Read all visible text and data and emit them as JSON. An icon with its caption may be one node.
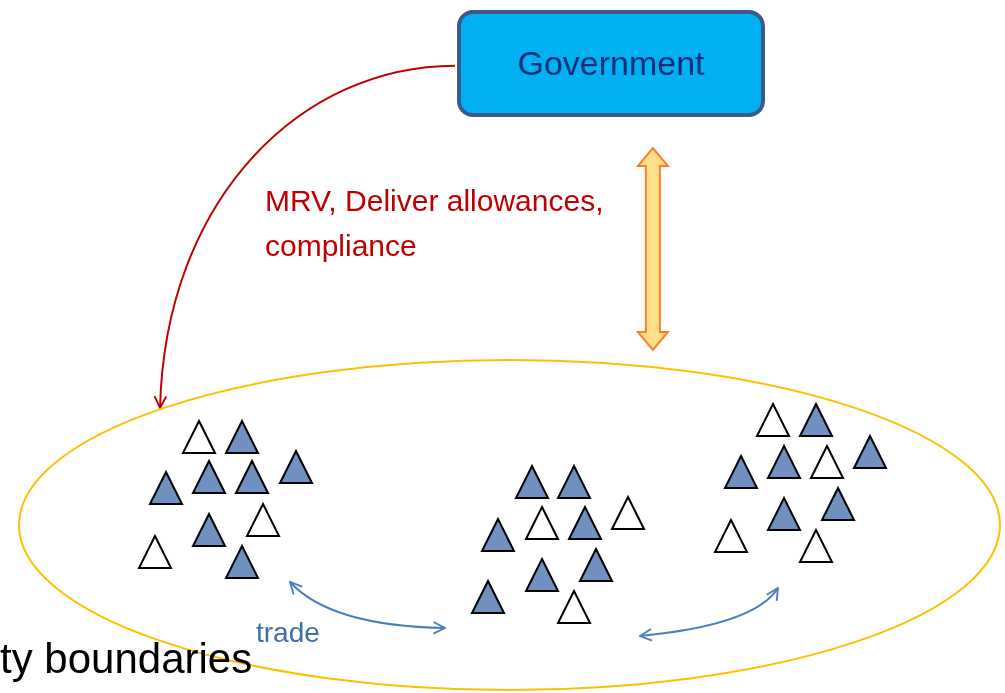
{
  "diagram": {
    "nodes": [
      {
        "text": [
          "Government"
        ]
      },
      {
        "text": [],
        "shape": "ellipse"
      },
      {
        "text": [],
        "shape": "picture",
        "in": 1
      },
      {
        "text": [],
        "shape": "picture",
        "in": 1
      },
      {
        "text": [],
        "shape": "picture",
        "in": 1
      }
    ],
    "edges": [
      {
        "from": 0,
        "to": 1,
        "arrow": "to",
        "label": "MRV, Deliver allowances, compliance",
        "color": "#c00000"
      },
      {
        "from": 0,
        "to": 1,
        "arrow": "both",
        "style": "thick",
        "color": "#ff7f27"
      },
      {
        "from": 2,
        "to": 3,
        "arrow": "both",
        "label": "trade",
        "color": "#4a7ebb"
      },
      {
        "from": 3,
        "to": 4,
        "arrow": "both",
        "color": "#4a7ebb"
      }
    ],
    "labels": [
      "ty boundaries"
    ]
  }
}
